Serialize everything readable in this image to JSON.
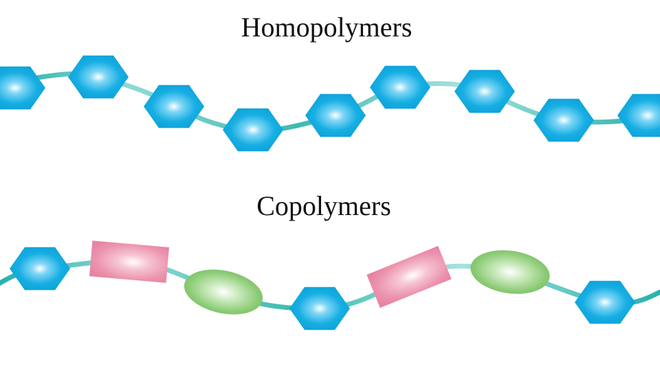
{
  "homopolymer": {
    "title": "Homopolymers",
    "monomers": [
      "hexagon",
      "hexagon",
      "hexagon",
      "hexagon",
      "hexagon",
      "hexagon",
      "hexagon",
      "hexagon",
      "hexagon"
    ]
  },
  "copolymer": {
    "title": "Copolymers",
    "monomers": [
      "hexagon",
      "rectangle",
      "ellipse",
      "hexagon",
      "rectangle",
      "ellipse",
      "hexagon"
    ]
  },
  "colors": {
    "chain_light": "#86d7d3",
    "chain_dark": "#28b1aa",
    "hexagon": "#0ea5dc",
    "hexagon_glow": "#ffffff",
    "rectangle": "#e98aa6",
    "ellipse": "#7fc66a"
  }
}
